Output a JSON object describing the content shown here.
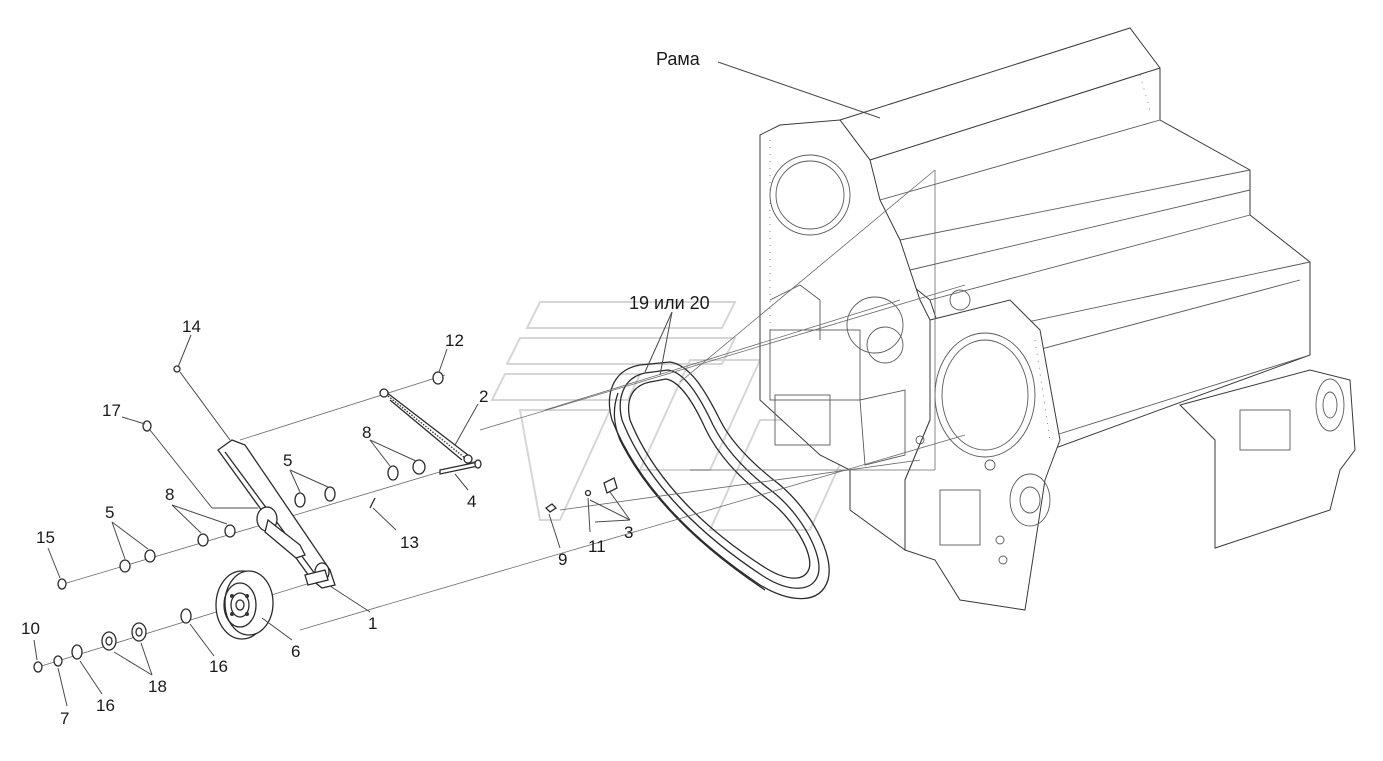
{
  "diagram": {
    "frame_label": "Рама",
    "belt_label": "19 или 20",
    "callouts": {
      "c1": "1",
      "c2": "2",
      "c3": "3",
      "c4": "4",
      "c5a": "5",
      "c5b": "5",
      "c6": "6",
      "c7": "7",
      "c8a": "8",
      "c8b": "8",
      "c9": "9",
      "c10": "10",
      "c11": "11",
      "c12": "12",
      "c13": "13",
      "c14": "14",
      "c15": "15",
      "c16a": "16",
      "c16b": "16",
      "c17": "17",
      "c18": "18"
    }
  }
}
